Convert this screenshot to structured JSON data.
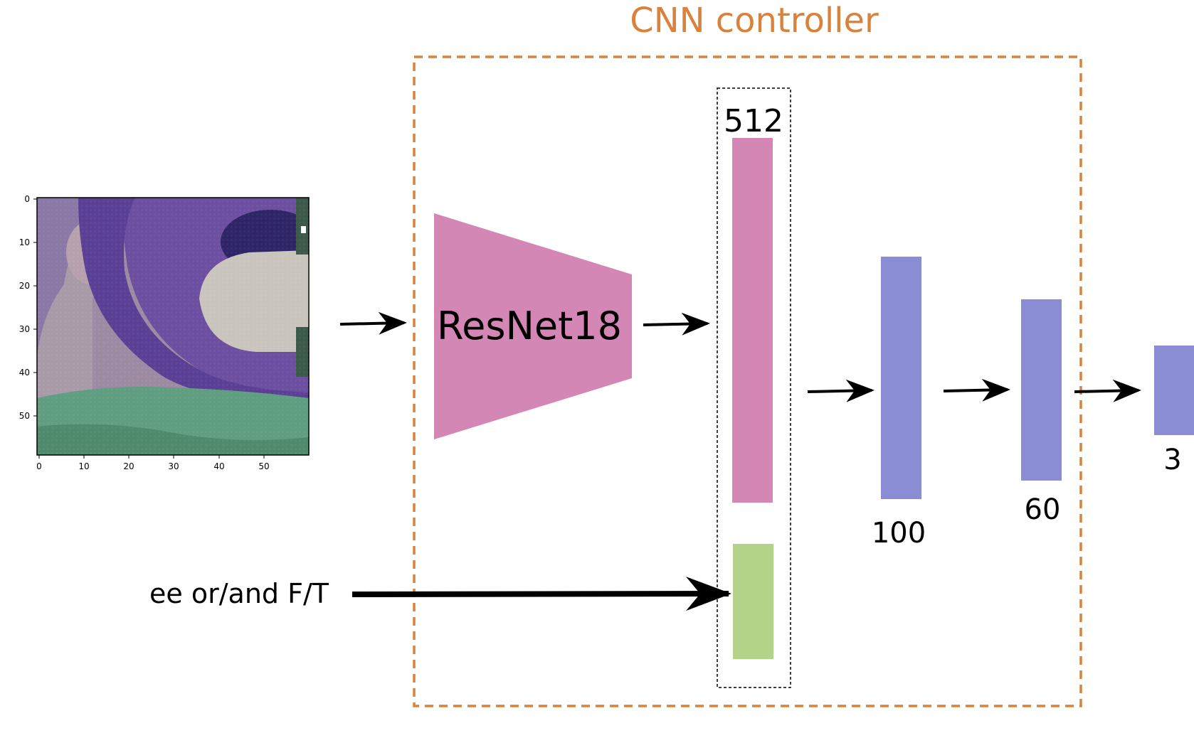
{
  "title": "CNN controller",
  "input_image": {
    "x_ticks": [
      "0",
      "10",
      "20",
      "30",
      "40",
      "50"
    ],
    "y_ticks": [
      "0",
      "10",
      "20",
      "30",
      "40",
      "50"
    ]
  },
  "encoder": {
    "label": "ResNet18"
  },
  "feature_vector": {
    "label": "512"
  },
  "side_input": {
    "label": "ee or/and F/T"
  },
  "layers": [
    {
      "label": "100"
    },
    {
      "label": "60"
    },
    {
      "label": "3"
    }
  ],
  "colors": {
    "title": "#d9823b",
    "dashed_box": "#d9823b",
    "encoder": "#d486b4",
    "feature": "#d486b4",
    "side_feature": "#b2d388",
    "layer": "#8a8dd3",
    "arrow": "#000000"
  }
}
